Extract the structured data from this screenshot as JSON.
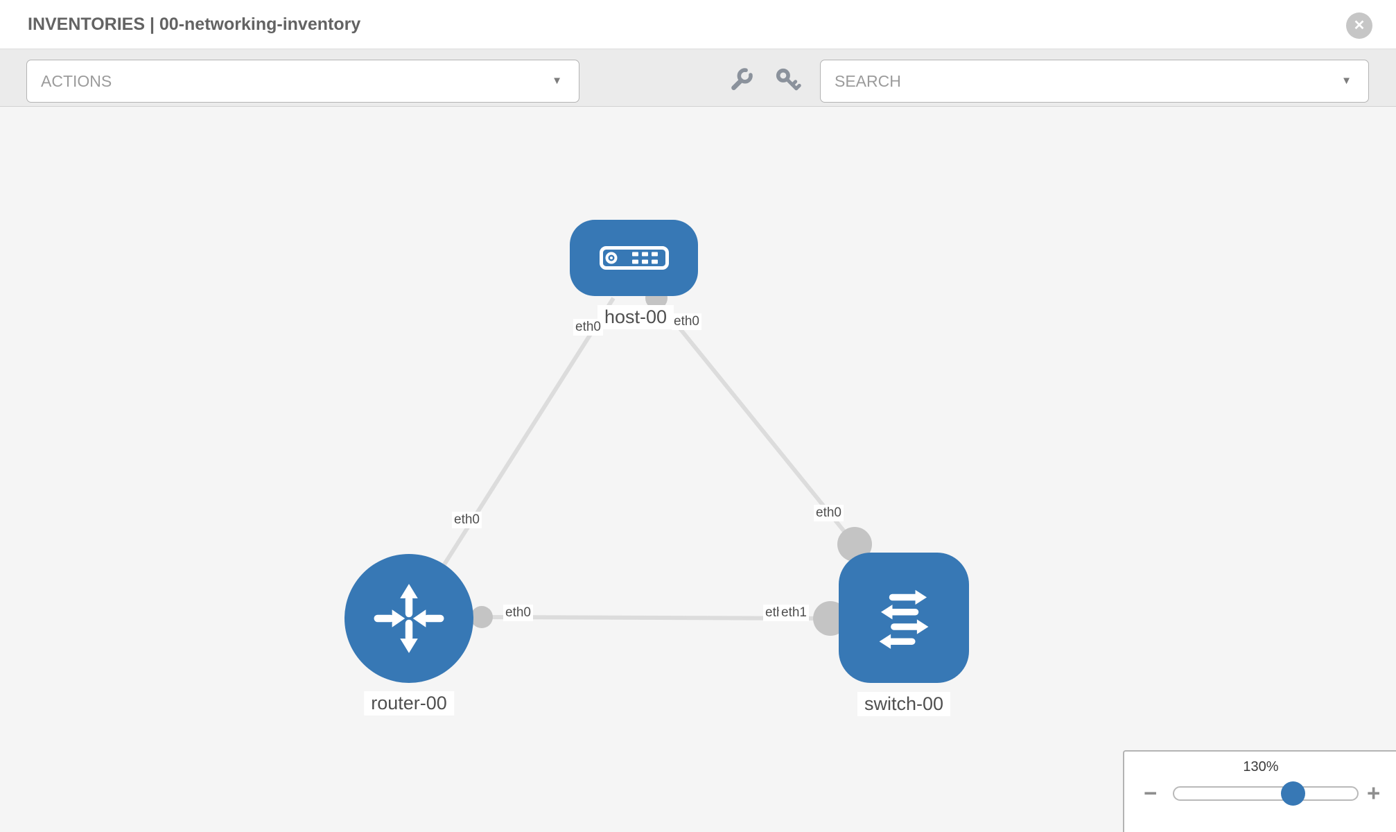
{
  "header": {
    "title": "INVENTORIES | 00-networking-inventory",
    "close_icon_glyph": "✕"
  },
  "toolbar": {
    "actions": {
      "label": "ACTIONS",
      "caret_glyph": "▼"
    },
    "search": {
      "label": "SEARCH",
      "caret_glyph": "▼"
    },
    "tool_icons": [
      "wrench-icon",
      "key-icon"
    ]
  },
  "topology": {
    "nodes": [
      {
        "id": "host-00",
        "label": "host-00",
        "type": "host"
      },
      {
        "id": "router-00",
        "label": "router-00",
        "type": "router"
      },
      {
        "id": "switch-00",
        "label": "switch-00",
        "type": "switch"
      }
    ],
    "links": [
      {
        "from": "host-00",
        "to": "router-00",
        "labels": {
          "host_end": "eth0",
          "router_end": "eth0"
        }
      },
      {
        "from": "host-00",
        "to": "switch-00",
        "labels": {
          "host_end": "eth0",
          "switch_end": "eth0"
        }
      },
      {
        "from": "router-00",
        "to": "switch-00",
        "labels": {
          "router_end": "eth0",
          "switch_end_back": "eth1",
          "switch_end_front": "eth1"
        }
      }
    ]
  },
  "zoom_control": {
    "value": "130%",
    "minus_glyph": "−",
    "plus_glyph": "+"
  },
  "colors": {
    "node_blue": "#3778b5",
    "link_gray": "#dcdcdc",
    "endpoint_gray": "#c4c4c4",
    "toolbar_bg": "#ebebeb",
    "canvas_bg": "#f5f5f5"
  }
}
